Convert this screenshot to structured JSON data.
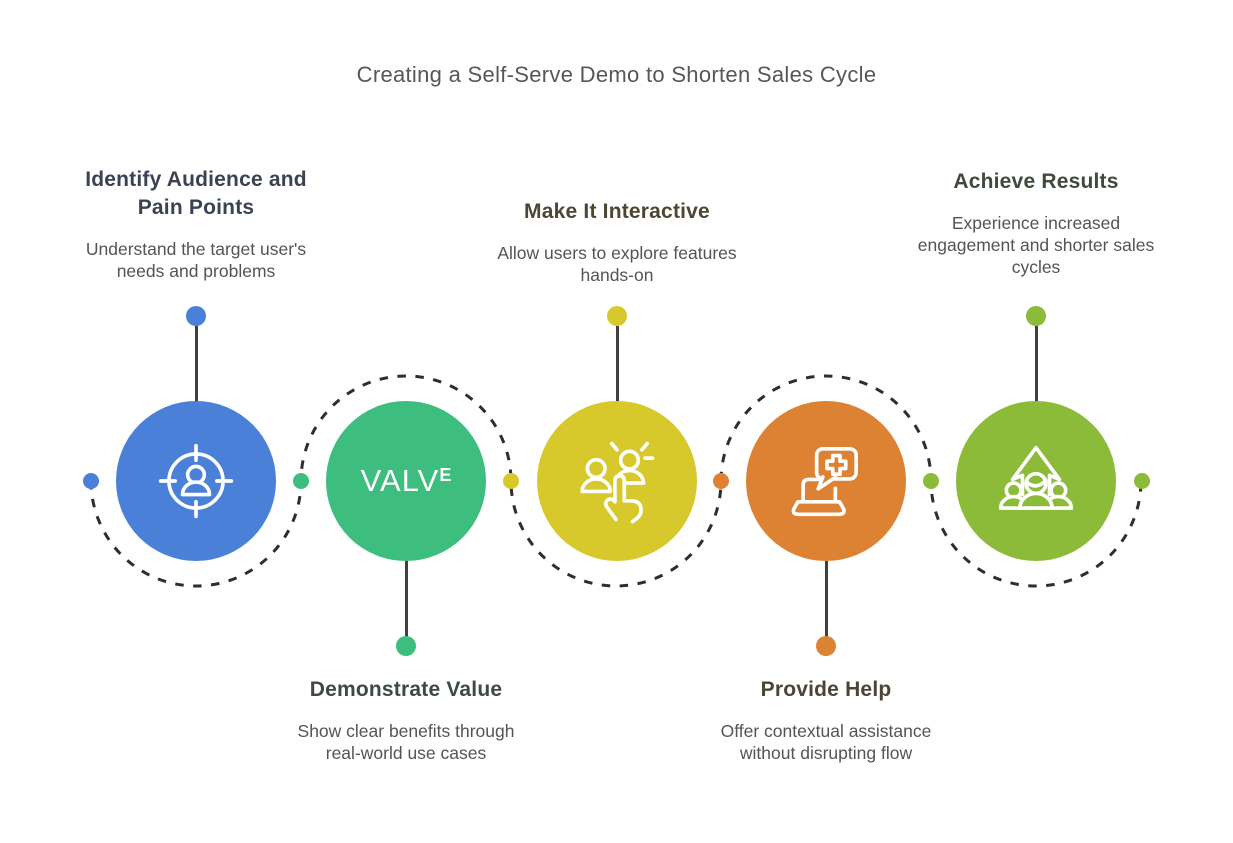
{
  "title": "Creating a Self-Serve Demo to Shorten Sales Cycle",
  "title_color": "#575757",
  "body_text_color": "#545454",
  "steps": [
    {
      "name": "identify-audience-and-pain-points",
      "title_lines": {
        "0": "Identify Audience and",
        "1": "Pain Points"
      },
      "description_lines": {
        "0": "Understand the target user's",
        "1": "needs and problems"
      },
      "title_color": "#3b4254",
      "circle_color": "#4a80d8",
      "icon": "target-audience-icon"
    },
    {
      "name": "demonstrate-value",
      "title_lines": {
        "0": "Demonstrate Value"
      },
      "description_lines": {
        "0": "Show clear benefits through",
        "1": "real-world use cases"
      },
      "title_color": "#3d4a41",
      "circle_color": "#3dbd7e",
      "icon": "valve-logo",
      "logo_text": "VALV",
      "logo_sup": "E"
    },
    {
      "name": "make-it-interactive",
      "title_lines": {
        "0": "Make It Interactive"
      },
      "description_lines": {
        "0": "Allow users to explore features",
        "1": "hands-on"
      },
      "title_color": "#4c4732",
      "circle_color": "#d7c92b",
      "icon": "user-tap-icon"
    },
    {
      "name": "provide-help",
      "title_lines": {
        "0": "Provide Help"
      },
      "description_lines": {
        "0": "Offer contextual assistance",
        "1": "without disrupting flow"
      },
      "title_color": "#4c4535",
      "circle_color": "#dd8133",
      "icon": "laptop-help-icon"
    },
    {
      "name": "achieve-results",
      "title_lines": {
        "0": "Achieve Results"
      },
      "description_lines": {
        "0": "Experience increased",
        "1": "engagement and shorter sales",
        "2": "cycles"
      },
      "title_color": "#404a3a",
      "circle_color": "#8cba39",
      "icon": "team-growth-icon"
    }
  ],
  "connector_dots": {
    "0": "#4a80d8",
    "1": "#3dbd7e",
    "2": "#d7c92b",
    "3": "#dd8133",
    "4": "#8cba39",
    "5": "#8cba39"
  }
}
